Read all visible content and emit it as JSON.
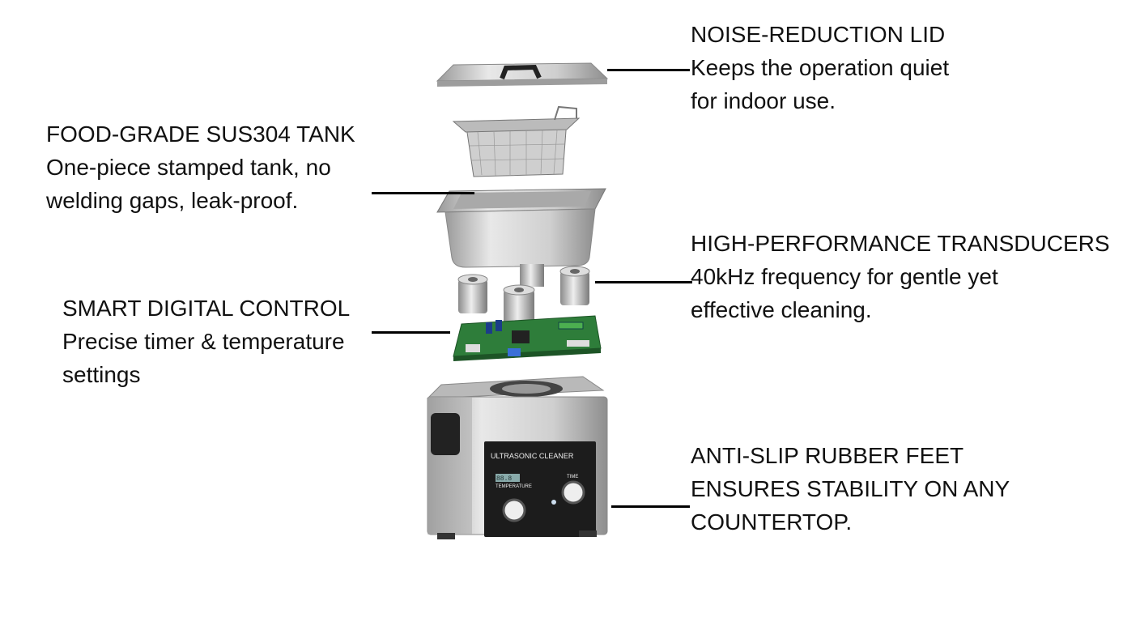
{
  "callouts": {
    "lid": {
      "title": "NOISE-REDUCTION LID",
      "line1": "Keeps the operation quiet",
      "line2": "for indoor use."
    },
    "tank": {
      "title": "FOOD-GRADE SUS304 TANK",
      "line1": "One-piece stamped tank, no",
      "line2": "welding gaps, leak-proof."
    },
    "transducers": {
      "title": "HIGH-PERFORMANCE TRANSDUCERS",
      "line1": "40kHz frequency for gentle yet",
      "line2": "effective cleaning."
    },
    "control": {
      "title": "SMART DIGITAL CONTROL",
      "line1": "Precise timer & temperature",
      "line2": "settings"
    },
    "feet": {
      "title": "ANTI-SLIP RUBBER FEET",
      "line1": "ENSURES STABILITY ON ANY",
      "line2": "COUNTERTOP."
    }
  },
  "panel": {
    "brand": "ULTRASONIC CLEANER",
    "temperature_label": "TEMPERATURE",
    "time_label": "TIME",
    "display": "88.8"
  },
  "colors": {
    "steel": "#c9c9c9",
    "panel": "#1c1c1c",
    "pcb": "#2e7d3a"
  }
}
